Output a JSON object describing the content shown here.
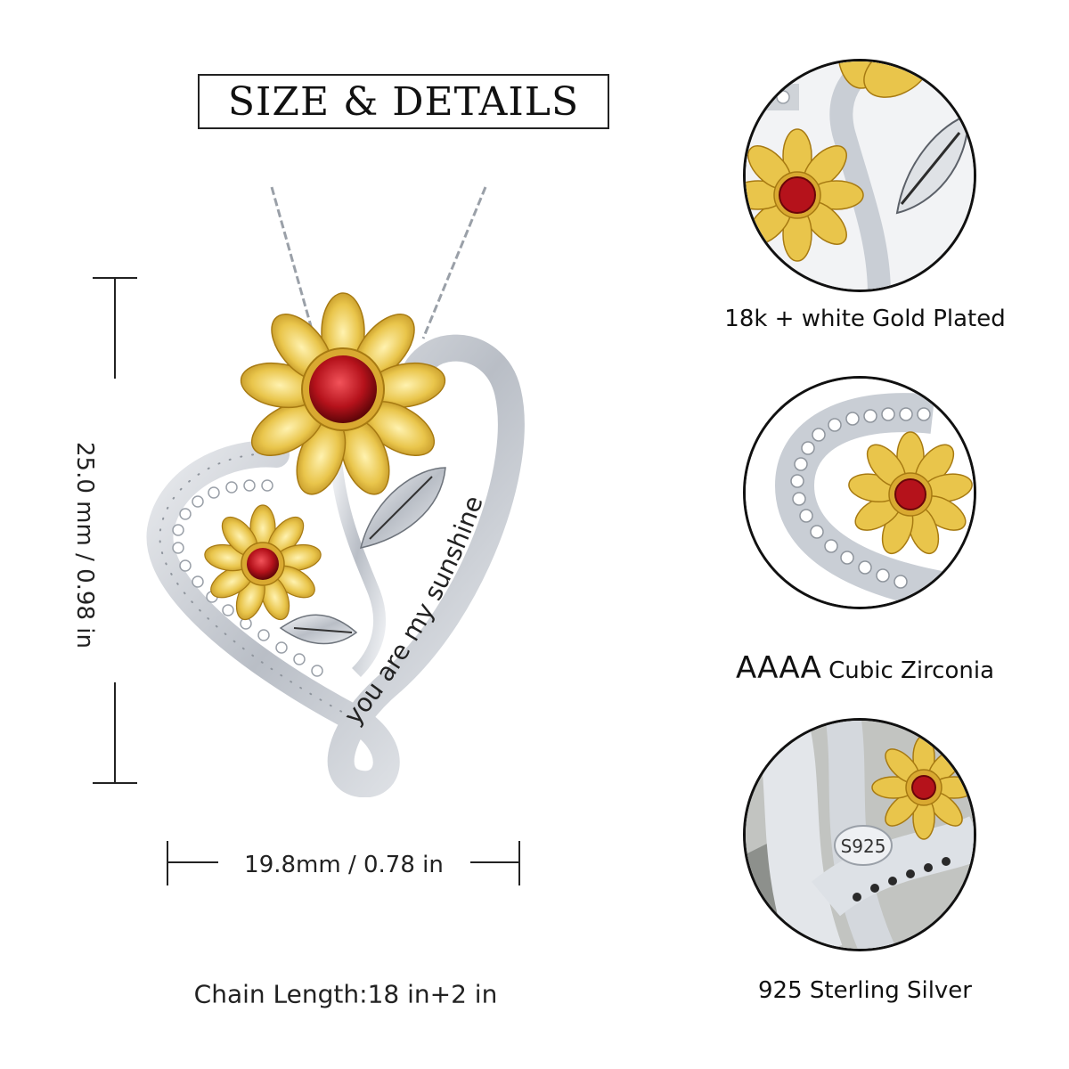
{
  "title": "SIZE & DETAILS",
  "dimensions": {
    "height": "25.0 mm / 0.98 in",
    "width": "19.8mm / 0.78 in"
  },
  "chain_length": "Chain Length:18 in+2 in",
  "engraving": "you are my sunshine",
  "stamp": "S925",
  "details": [
    {
      "caption": "18k + white Gold Plated"
    },
    {
      "caption_strong": "AAAA",
      "caption_rest": " Cubic Zirconia"
    },
    {
      "caption": "925 Sterling Silver"
    }
  ],
  "colors": {
    "silver": "#d9dde2",
    "gold": "#e8c24a",
    "garnet": "#b5121b"
  }
}
